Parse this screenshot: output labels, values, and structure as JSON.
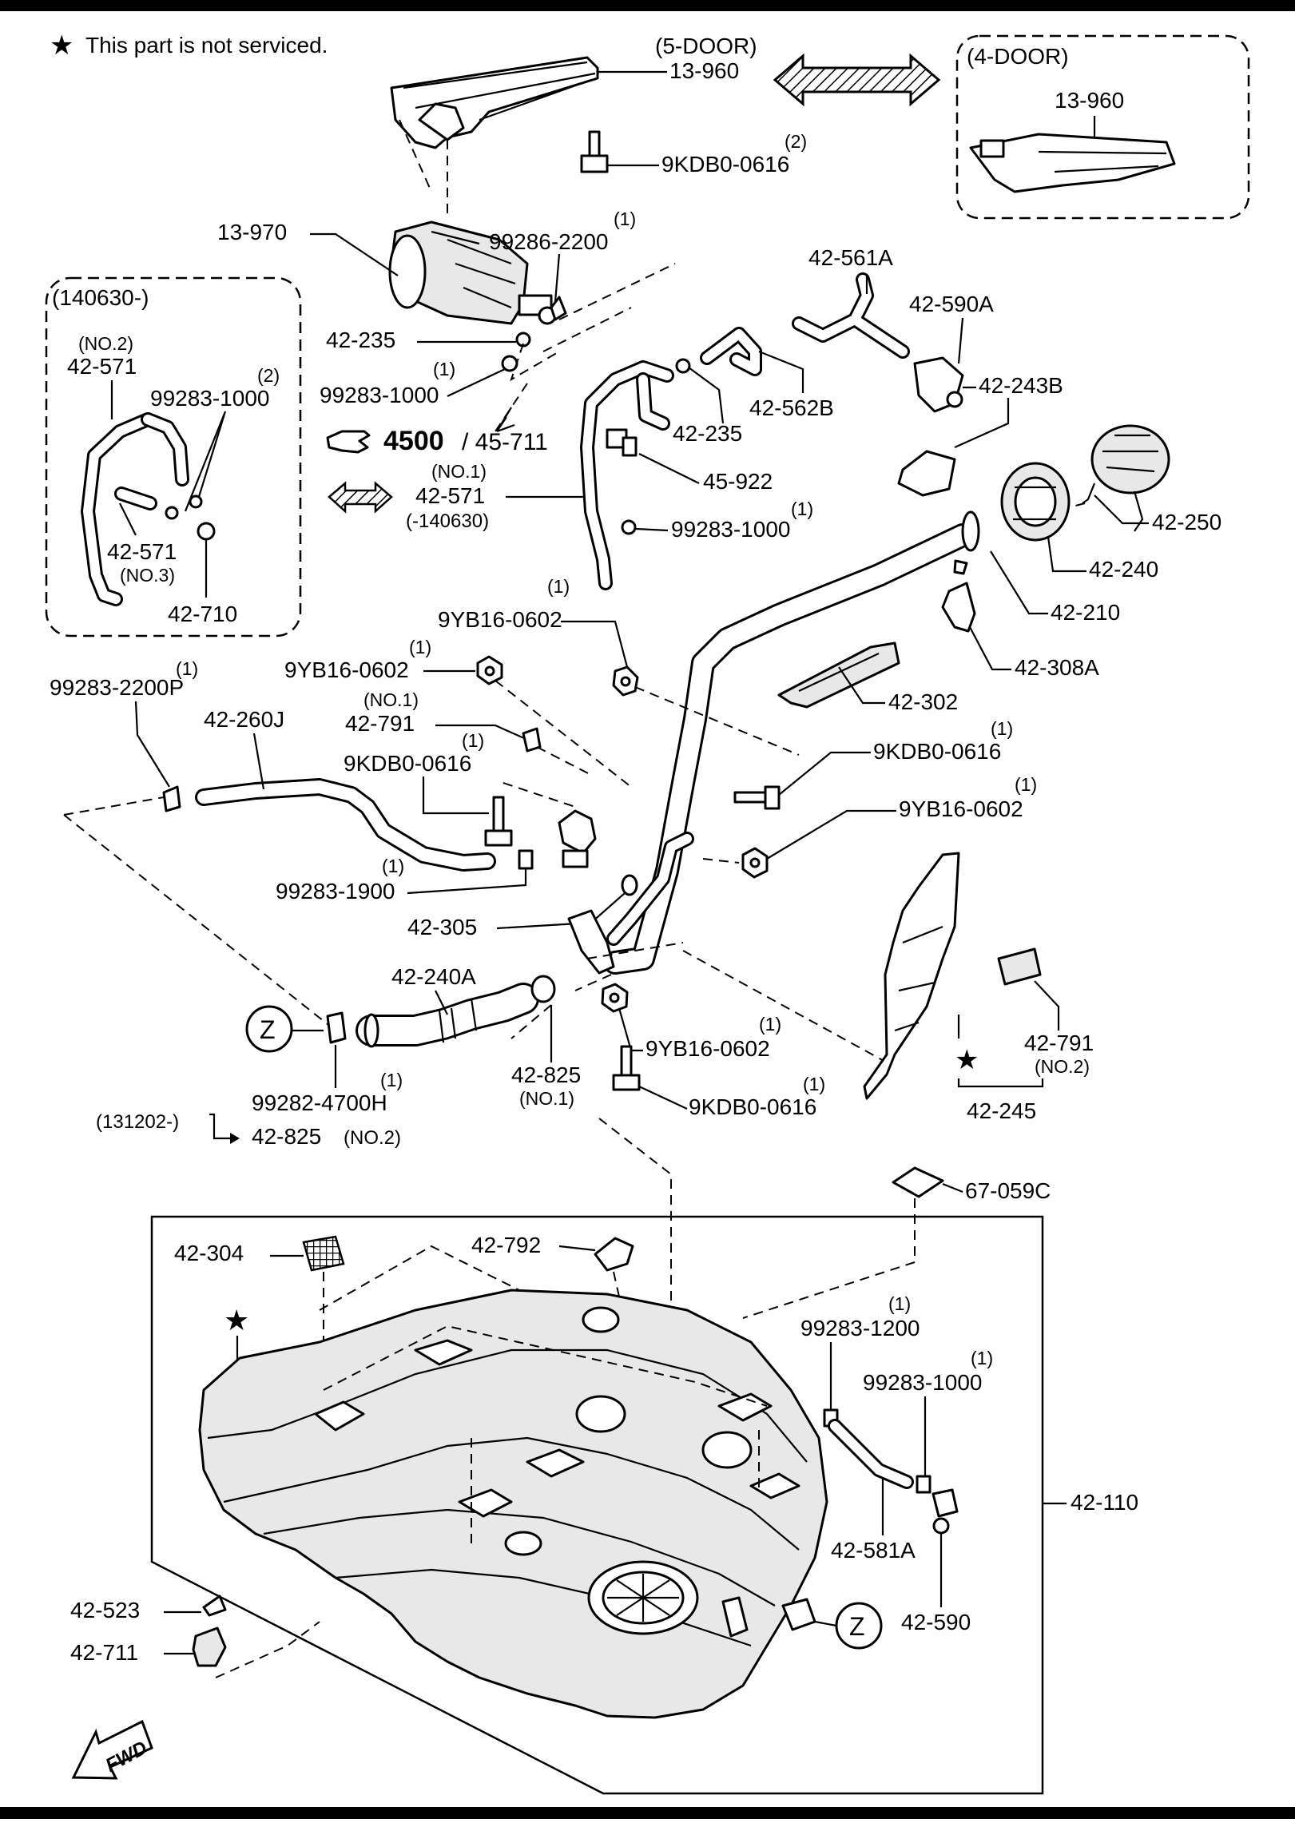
{
  "notice": {
    "star": "★",
    "text": "This part is not serviced."
  },
  "variants": {
    "five_door": "(5-DOOR)",
    "four_door": "(4-DOOR)"
  },
  "inset_140630": {
    "title": "(140630-)",
    "hose_no2_qty": "(NO.2)",
    "hose_no2": "42-571",
    "clamp_qty": "(2)",
    "clamp": "99283-1000",
    "hose_no3": "42-571",
    "hose_no3_qty": "(NO.3)",
    "valve": "42-710"
  },
  "ref": {
    "big": "4500",
    "rest": "/ 45-711"
  },
  "labels": {
    "l_13960a": "13-960",
    "l_9kdb0_top_q": "(2)",
    "l_9kdb0_top": "9KDB0-0616",
    "l_13960b": "13-960",
    "l_13970": "13-970",
    "l_99286_q": "(1)",
    "l_99286": "99286-2200",
    "l_42235a": "42-235",
    "l_99283_1000a_q": "(1)",
    "l_99283_1000a": "99283-1000",
    "l_42561a": "42-561A",
    "l_42590a": "42-590A",
    "l_42562b": "42-562B",
    "l_42243b": "42-243B",
    "l_42235b": "42-235",
    "l_45922": "45-922",
    "l_42571_no1_q": "(NO.1)",
    "l_42571_no1": "42-571",
    "l_42571_no1_d": "(-140630)",
    "l_99283_1000b_q": "(1)",
    "l_99283_1000b": "99283-1000",
    "l_42250": "42-250",
    "l_42240": "42-240",
    "l_42210": "42-210",
    "l_9yb16a_q": "(1)",
    "l_9yb16a": "9YB16-0602",
    "l_42308a": "42-308A",
    "l_99283_2200p_q": "(1)",
    "l_99283_2200p": "99283-2200P",
    "l_9yb16b_q": "(1)",
    "l_9yb16b": "9YB16-0602",
    "l_42302": "42-302",
    "l_42791_no1_q": "(NO.1)",
    "l_42791_no1": "42-791",
    "l_42260j": "42-260J",
    "l_9kdb0_b_q": "(1)",
    "l_9kdb0_b": "9KDB0-0616",
    "l_9kdb0_c_q": "(1)",
    "l_9kdb0_c": "9KDB0-0616",
    "l_9yb16c_q": "(1)",
    "l_9yb16c": "9YB16-0602",
    "l_99283_1900_q": "(1)",
    "l_99283_1900": "99283-1900",
    "l_42305": "42-305",
    "l_42240a": "42-240A",
    "l_9yb16d_q": "(1)",
    "l_9yb16d": "9YB16-0602",
    "l_42791_no2": "42-791",
    "l_42791_no2_q": "(NO.2)",
    "l_z_a": "Z",
    "l_99282_q": "(1)",
    "l_99282": "99282-4700H",
    "l_131202": "(131202-)",
    "l_42825_no2": "42-825",
    "l_42825_no2_q": "(NO.2)",
    "l_42825_no1": "42-825",
    "l_42825_no1_q": "(NO.1)",
    "l_9kdb0_d_q": "(1)",
    "l_9kdb0_d": "9KDB0-0616",
    "l_42245_star": "★",
    "l_42245": "42-245",
    "l_67059c": "67-059C",
    "l_42304": "42-304",
    "l_42792": "42-792",
    "l_tank_star": "★",
    "l_99283_1200_q": "(1)",
    "l_99283_1200": "99283-1200",
    "l_99283_1000c_q": "(1)",
    "l_99283_1000c": "99283-1000",
    "l_42110": "42-110",
    "l_42581a": "42-581A",
    "l_42590": "42-590",
    "l_z_b": "Z",
    "l_42523": "42-523",
    "l_42711": "42-711",
    "l_fwd": "FWD"
  }
}
